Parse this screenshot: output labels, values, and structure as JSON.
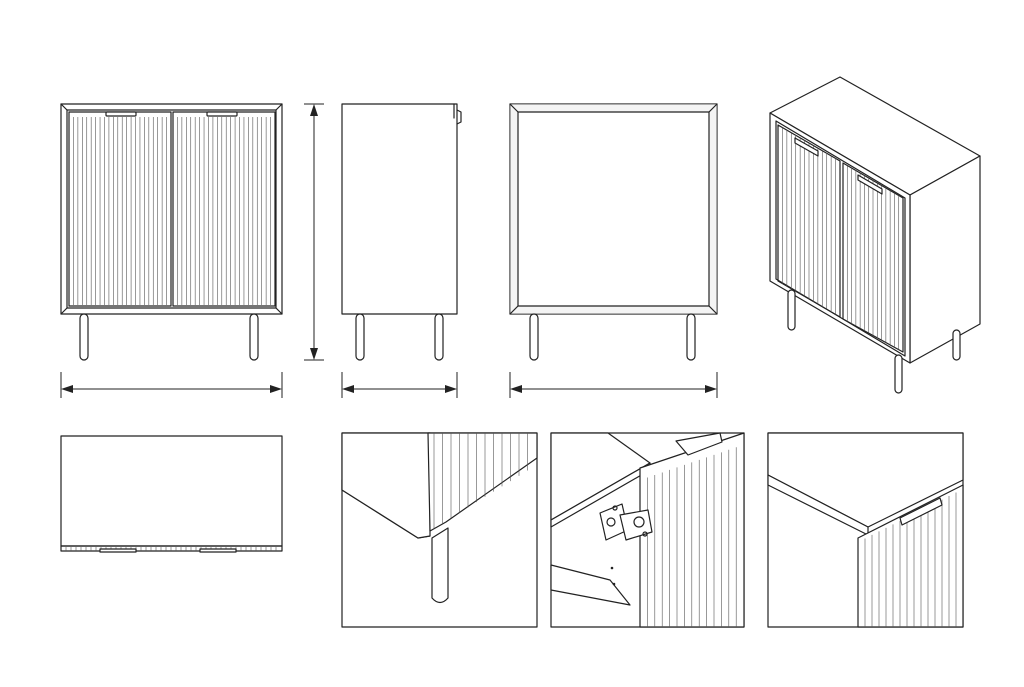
{
  "drawing": {
    "views": [
      {
        "name": "front-view"
      },
      {
        "name": "side-view"
      },
      {
        "name": "back-view"
      },
      {
        "name": "isometric-view"
      },
      {
        "name": "top-view"
      },
      {
        "name": "detail-leg"
      },
      {
        "name": "detail-hinge"
      },
      {
        "name": "detail-corner"
      }
    ],
    "front": {
      "door_count": 2,
      "flute_count_per_door": 22
    },
    "details": {
      "count": 3
    }
  }
}
